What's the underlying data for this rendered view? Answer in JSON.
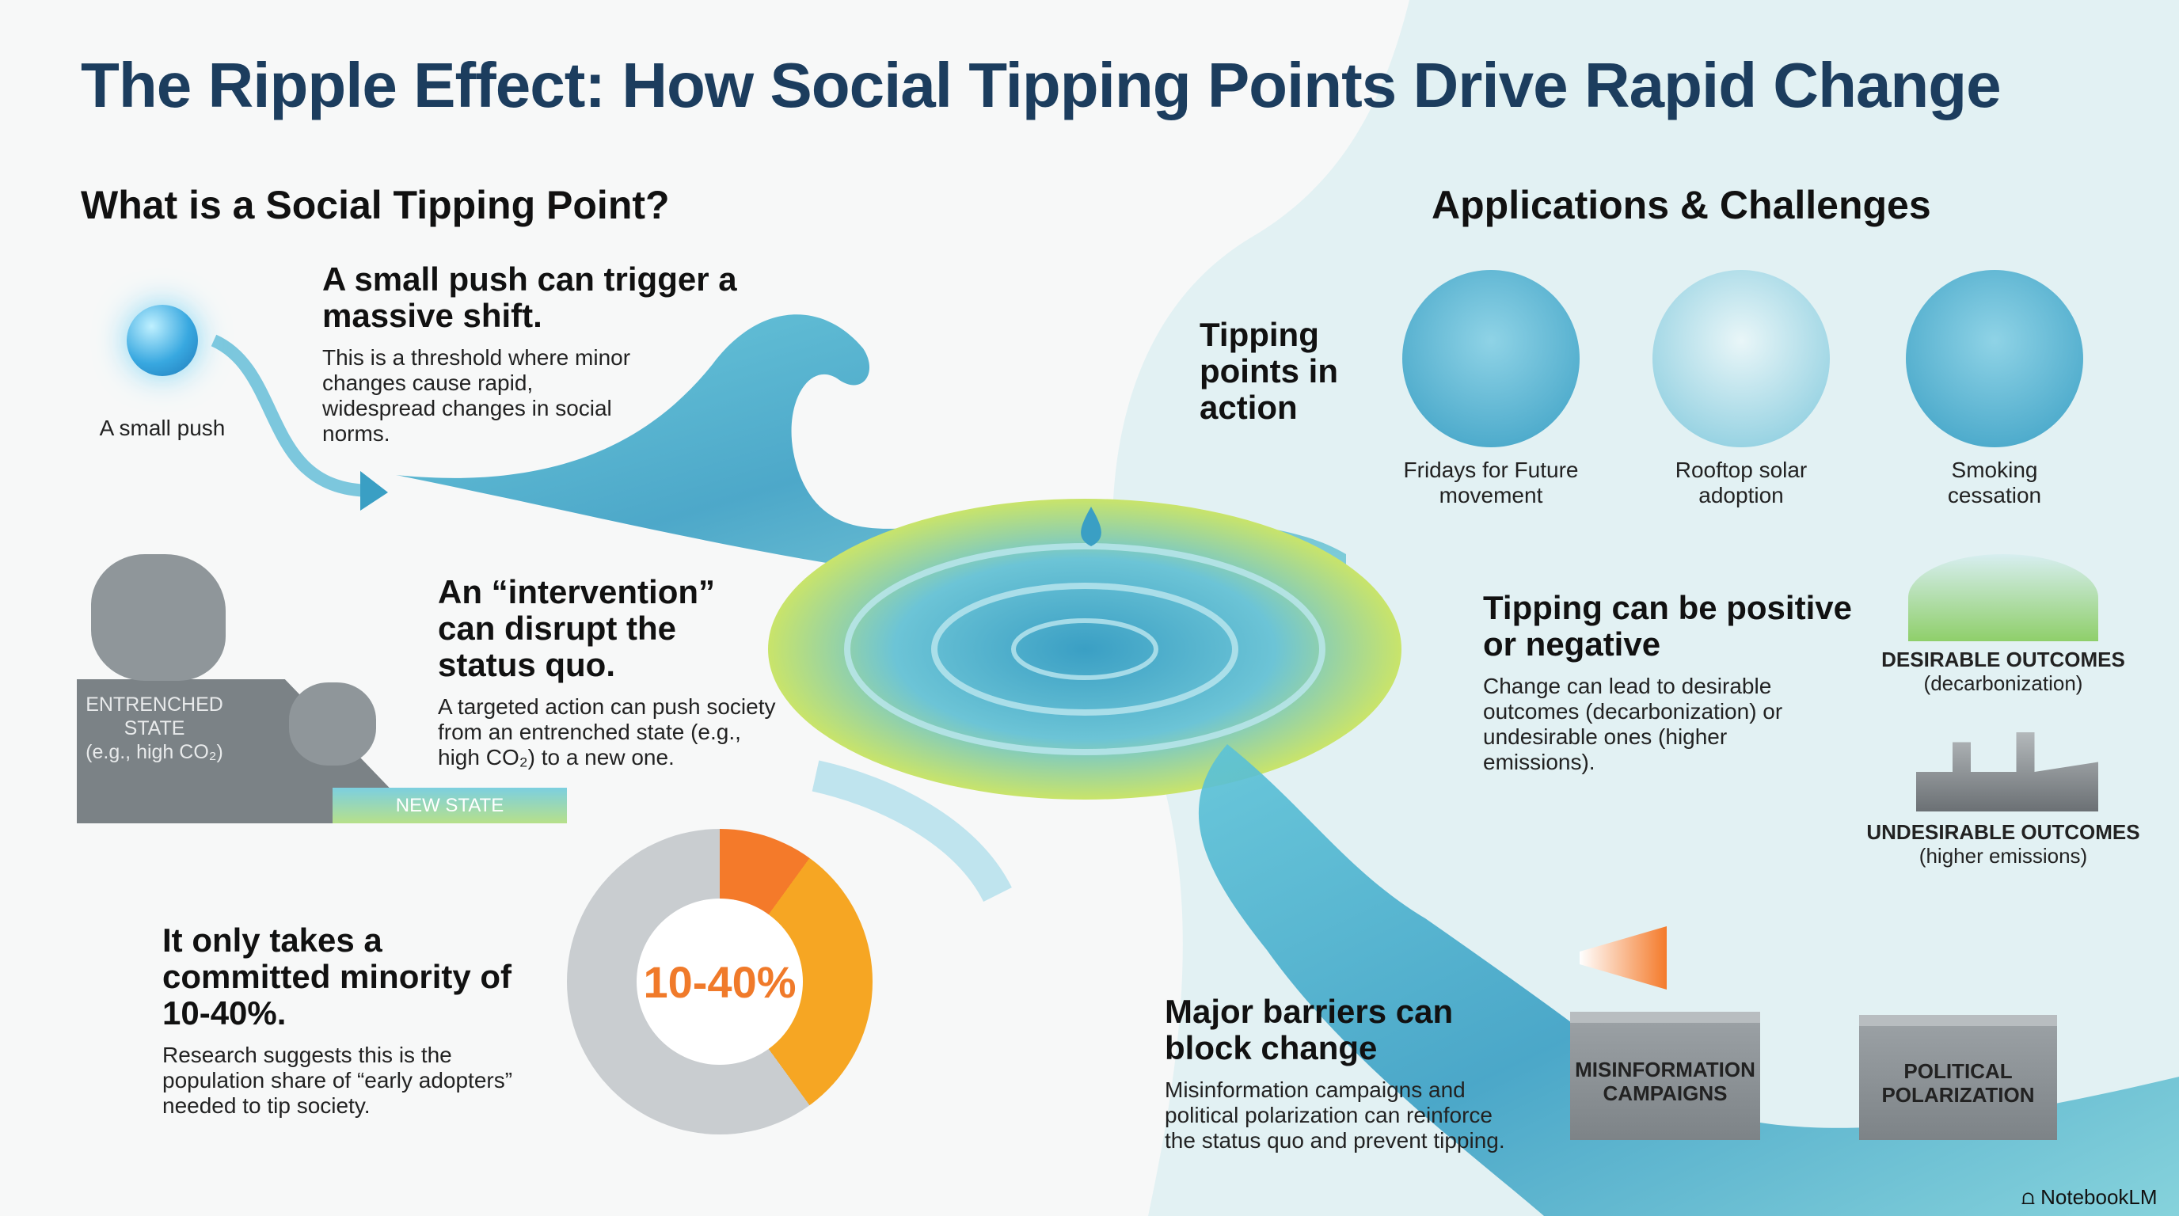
{
  "title": "The Ripple Effect: How Social Tipping Points Drive Rapid Change",
  "left_section": {
    "heading": "What is a Social Tipping Point?",
    "push_label": "A small push",
    "push_heading": "A small push can trigger a massive shift.",
    "push_body": "This is a threshold where minor changes cause rapid, widespread changes in social norms.",
    "entrenched_label_line1": "ENTRENCHED",
    "entrenched_label_line2": "STATE",
    "entrenched_label_line3": "(e.g., high CO₂)",
    "new_state_label": "NEW STATE",
    "intervention_heading": "An “intervention” can disrupt the status quo.",
    "intervention_body": "A targeted action can push society from an entrenched state (e.g., high CO₂) to a new one.",
    "minority_heading": "It only takes a committed minority of 10-40%.",
    "minority_body": "Research suggests this is the population share of “early adopters” needed to tip society.",
    "donut_label": "10-40%",
    "donut_range_percent": [
      10,
      40
    ]
  },
  "right_section": {
    "heading": "Applications & Challenges",
    "in_action_heading": "Tipping points in action",
    "examples": [
      {
        "label": "Fridays for Future movement",
        "icon": "protest-icon"
      },
      {
        "label": "Rooftop solar adoption",
        "icon": "solar-house-icon"
      },
      {
        "label": "Smoking cessation",
        "icon": "broken-cigarette-icon"
      }
    ],
    "posneg_heading": "Tipping can be positive or negative",
    "posneg_body": "Change can lead to desirable outcomes (decarbonization) or undesirable ones (higher emissions).",
    "desirable_title": "DESIRABLE OUTCOMES",
    "desirable_sub": "(decarbonization)",
    "undesirable_title": "UNDESIRABLE OUTCOMES",
    "undesirable_sub": "(higher emissions)",
    "barriers_heading": "Major barriers can block change",
    "barriers_body": "Misinformation campaigns and political polarization can reinforce the status quo and prevent tipping.",
    "barrier_1": "MISINFORMATION CAMPAIGNS",
    "barrier_2": "POLITICAL POLARIZATION"
  },
  "branding": "NotebookLM",
  "colors": {
    "title": "#1c3d5e",
    "water": "#3a9fc4",
    "orange": "#f47a2a",
    "amber": "#f6a623",
    "gray": "#c9cdd0"
  }
}
